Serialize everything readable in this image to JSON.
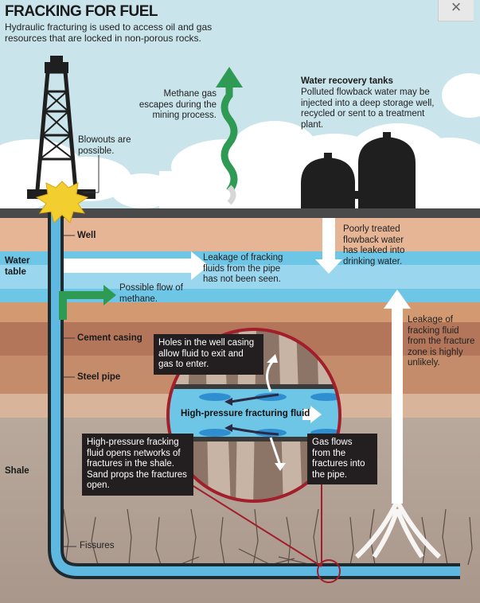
{
  "title": "FRACKING FOR FUEL",
  "subtitle": "Hydraulic fracturing is used to access oil and gas resources that are locked in non-porous rocks.",
  "close_icon_glyph": "×",
  "labels": {
    "methane_gas": "Methane gas escapes during the mining process.",
    "water_tanks_title": "Water recovery tanks",
    "water_tanks_text": "Polluted flowback water may be injected into a deep storage well, recycled or sent to a treatment plant.",
    "blowouts": "Blowouts are possible.",
    "well": "Well",
    "water_table": "Water table",
    "leakage_pipe": "Leakage of fracking fluids from the pipe has not been seen.",
    "poorly_treated": "Poorly treated flowback water has leaked into drinking water.",
    "possible_flow": "Possible flow of methane.",
    "cement_casing": "Cement casing",
    "leakage_fracture": "Leakage of fracking fluid from the fracture zone is highly unlikely.",
    "holes": "Holes in the well casing allow fluid to exit and gas to enter.",
    "steel_pipe": "Steel pipe",
    "hp_fluid": "High-pressure fracturing fluid",
    "hp_networks": "High-pressure fracking fluid opens networks of fractures in the shale. Sand props the fractures open.",
    "gas_flows": "Gas flows from the fractures into the pipe.",
    "shale": "Shale",
    "fissures": "Fissures"
  },
  "colors": {
    "sky": "#c9e4ea",
    "ground_surface": "#4a4a4a",
    "soil_top": "#e6b596",
    "water_table": "#6ec6e6",
    "rock_layer_1": "#d39a72",
    "rock_layer_2": "#b4765a",
    "rock_layer_3": "#c48c6a",
    "shale": "#b7a69a",
    "pipe": "#5fb8e0",
    "pipe_outline": "#1f2a30",
    "derrick": "#1f1f1f",
    "blowout": "#f2cf2e",
    "methane_arrow": "#2f9a54",
    "zoom_ring": "#a11e2a",
    "label_box": "#231f20"
  }
}
